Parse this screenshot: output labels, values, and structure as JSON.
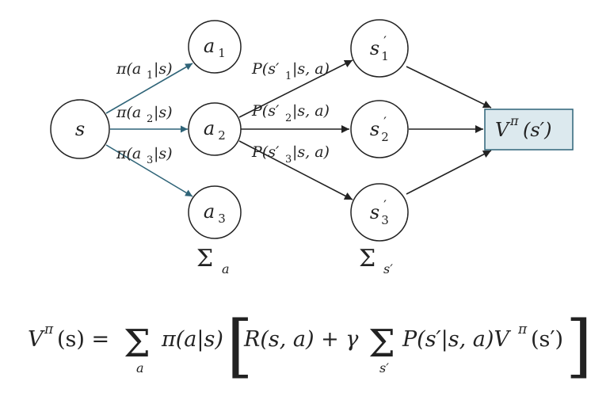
{
  "nodes": {
    "s": "s",
    "a1": "a",
    "a1_sub": "1",
    "a2": "a",
    "a2_sub": "2",
    "a3": "a",
    "a3_sub": "3",
    "s1": "s",
    "s1_sub": "1",
    "s2": "s",
    "s2_sub": "2",
    "s3": "s",
    "s3_sub": "3",
    "prime": "′",
    "value": "V",
    "value_sup": "π",
    "value_arg": "(s′)"
  },
  "edge_labels": {
    "pi_a1": {
      "pre": "π(a",
      "sub": "1",
      "post": "|s)"
    },
    "pi_a2": {
      "pre": "π(a",
      "sub": "2",
      "post": "|s)"
    },
    "pi_a3": {
      "pre": "π(a",
      "sub": "3",
      "post": "|s)"
    },
    "p_s1": {
      "pre": "P(s′",
      "sub": "1",
      "post": "|s, a)"
    },
    "p_s2": {
      "pre": "P(s′",
      "sub": "2",
      "post": "|s, a)"
    },
    "p_s3": {
      "pre": "P(s′",
      "sub": "3",
      "post": "|s, a)"
    }
  },
  "sums": {
    "sigma": "Σ",
    "under_actions": "a",
    "under_states": "s′"
  },
  "equation": {
    "lhs": "V",
    "lhs_sup": "π",
    "lhs_arg": "(s) =",
    "sum1_under": "a",
    "policy": "π(a|s)",
    "open_bracket": "[",
    "reward": "R(s, a) + γ",
    "sum2_under": "s′",
    "transition": "P(s′|s, a)V",
    "v_sup": "π",
    "v_arg": "(s′)",
    "close_bracket": "]"
  },
  "colors": {
    "policy_edges": "#2f6478",
    "transition_edges": "#222222",
    "value_box_fill": "#dce9ee"
  }
}
